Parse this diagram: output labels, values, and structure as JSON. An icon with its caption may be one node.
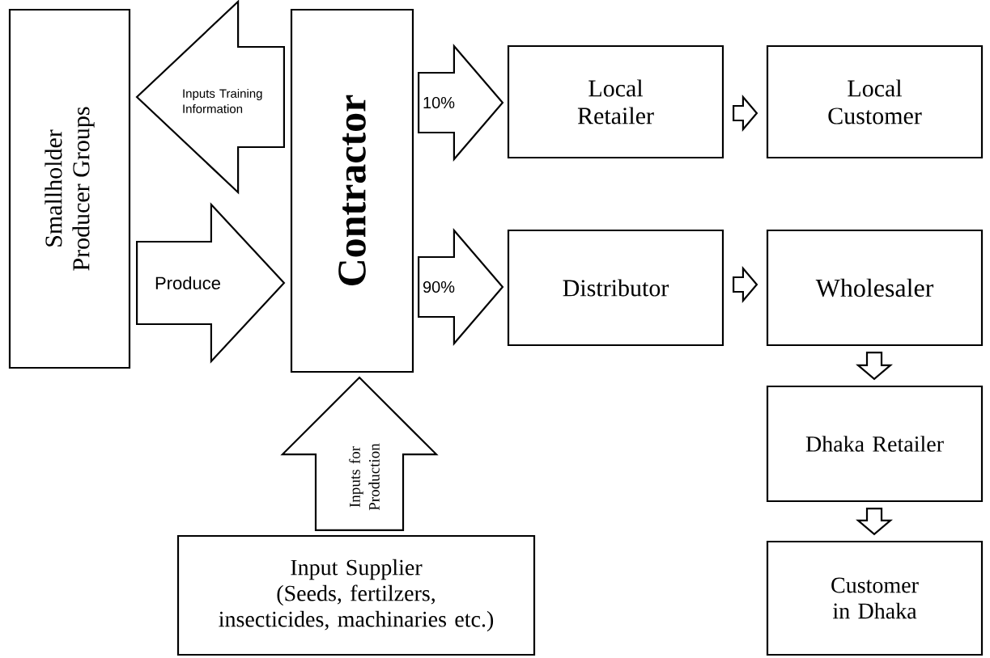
{
  "diagram": {
    "nodes": [
      {
        "text": [
          "Smallholder Producer Groups"
        ]
      },
      {
        "text": [
          "Contractor"
        ]
      },
      {
        "text": [
          "Local Retailer"
        ]
      },
      {
        "text": [
          "Local Customer"
        ]
      },
      {
        "text": [
          "Distributor"
        ]
      },
      {
        "text": [
          "Wholesaler"
        ]
      },
      {
        "text": [
          "Dhaka Retailer"
        ]
      },
      {
        "text": [
          "Customer in Dhaka"
        ]
      },
      {
        "text": [
          "Input Supplier",
          "(Seeds, fertilzers, insecticides, machinaries etc.)"
        ]
      }
    ],
    "edges": [
      {
        "from": 1,
        "to": 0,
        "arrow": "to",
        "label": "Inputs Training Information"
      },
      {
        "from": 0,
        "to": 1,
        "arrow": "to",
        "label": "Produce"
      },
      {
        "from": 1,
        "to": 2,
        "arrow": "to",
        "label": "10%"
      },
      {
        "from": 1,
        "to": 4,
        "arrow": "to",
        "label": "90%"
      },
      {
        "from": 2,
        "to": 3,
        "arrow": "to"
      },
      {
        "from": 4,
        "to": 5,
        "arrow": "to"
      },
      {
        "from": 5,
        "to": 6,
        "arrow": "to"
      },
      {
        "from": 6,
        "to": 7,
        "arrow": "to"
      },
      {
        "from": 8,
        "to": 1,
        "arrow": "to",
        "label": "Inputs for Production"
      }
    ]
  }
}
